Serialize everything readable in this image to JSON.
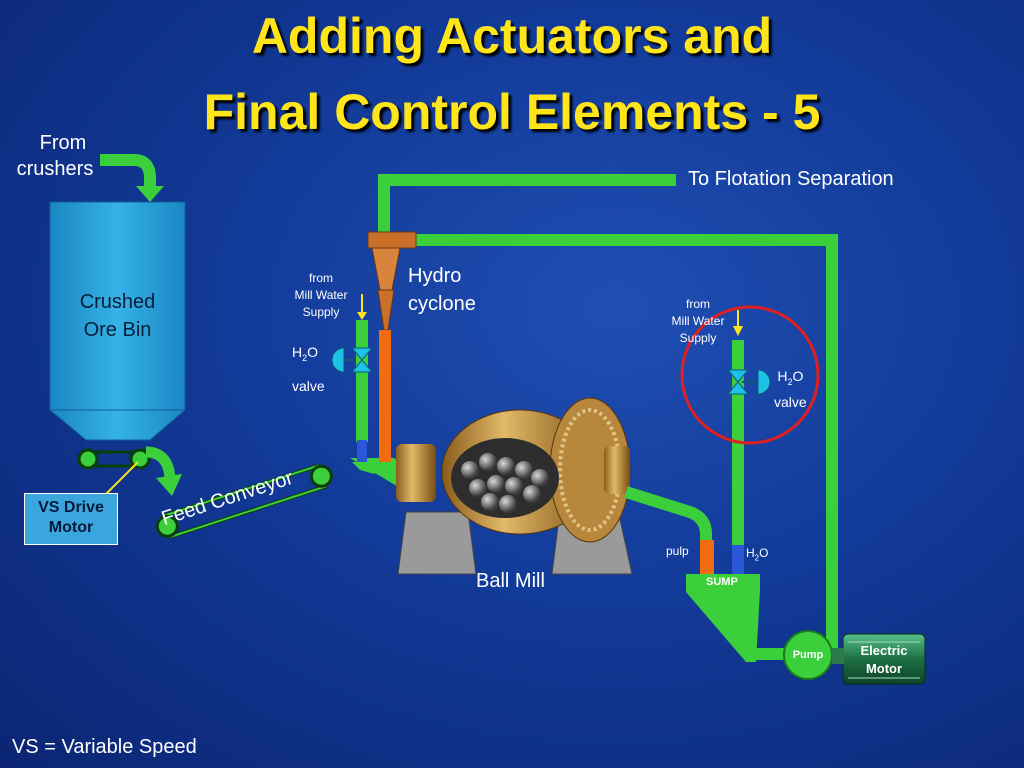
{
  "title": {
    "line1": "Adding Actuators and",
    "line2": "Final Control Elements - 5"
  },
  "labels": {
    "from_crushers_1": "From",
    "from_crushers_2": "crushers",
    "to_flotation": "To Flotation Separation",
    "hydro_1": "Hydro",
    "hydro_2": "cyclone",
    "ore_bin_1": "Crushed",
    "ore_bin_2": "Ore Bin",
    "vs_drive_1": "VS Drive",
    "vs_drive_2": "Motor",
    "feed_conveyor": "Feed Conveyor",
    "ball_mill": "Ball Mill",
    "pulp": "pulp",
    "sump": "SUMP",
    "pump": "Pump",
    "electric_1": "Electric",
    "electric_2": "Motor",
    "footnote": "VS = Variable Speed"
  },
  "water_supply_left": {
    "line1": "from",
    "line2": "Mill Water",
    "line3": "Supply",
    "valve_h": "H",
    "valve_sub": "2",
    "valve_o": "O",
    "valve_word": "valve"
  },
  "water_supply_right": {
    "line1": "from",
    "line2": "Mill Water",
    "line3": "Supply",
    "valve_h": "H",
    "valve_sub": "2",
    "valve_o": "O",
    "valve_word": "valve"
  },
  "sump_water": {
    "h": "H",
    "sub": "2",
    "o": "O"
  },
  "colors": {
    "pipe": "#3ccf3c",
    "slurry": "#f26b10",
    "bin": "#2aa3d8",
    "title": "#ffe51a",
    "highlight": "#e02020"
  }
}
